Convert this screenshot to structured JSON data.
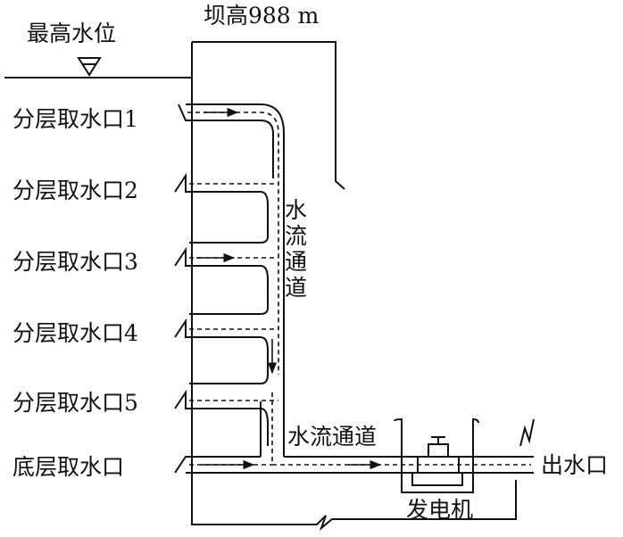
{
  "labels": {
    "max_water_level": "最高水位",
    "dam_height": "坝高988 m",
    "intake_1": "分层取水口1",
    "intake_2": "分层取水口2",
    "intake_3": "分层取水口3",
    "intake_4": "分层取水口4",
    "intake_5": "分层取水口5",
    "bottom_intake": "底层取水口",
    "flow_channel_vertical": "水流通道",
    "flow_channel_horizontal": "水流通道",
    "generator": "发电机",
    "outlet": "出水口"
  },
  "colors": {
    "line": "#111111",
    "background": "#ffffff"
  }
}
